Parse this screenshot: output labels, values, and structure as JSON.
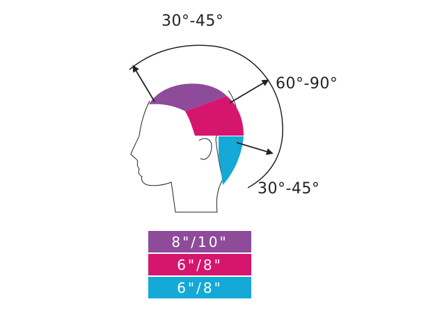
{
  "angles": {
    "top": "30°-45°",
    "middle": "60°-90°",
    "lower": "30°-45°"
  },
  "legend": [
    {
      "label": "8\"/10\"",
      "color": "#8e4b9a"
    },
    {
      "label": "6\"/8\"",
      "color": "#d6166e"
    },
    {
      "label": "6\"/8\"",
      "color": "#14a9d6"
    }
  ],
  "colors": {
    "outline": "#222222",
    "top_section": "#8e4b9a",
    "middle_section": "#d6166e",
    "lower_section": "#14a9d6"
  }
}
